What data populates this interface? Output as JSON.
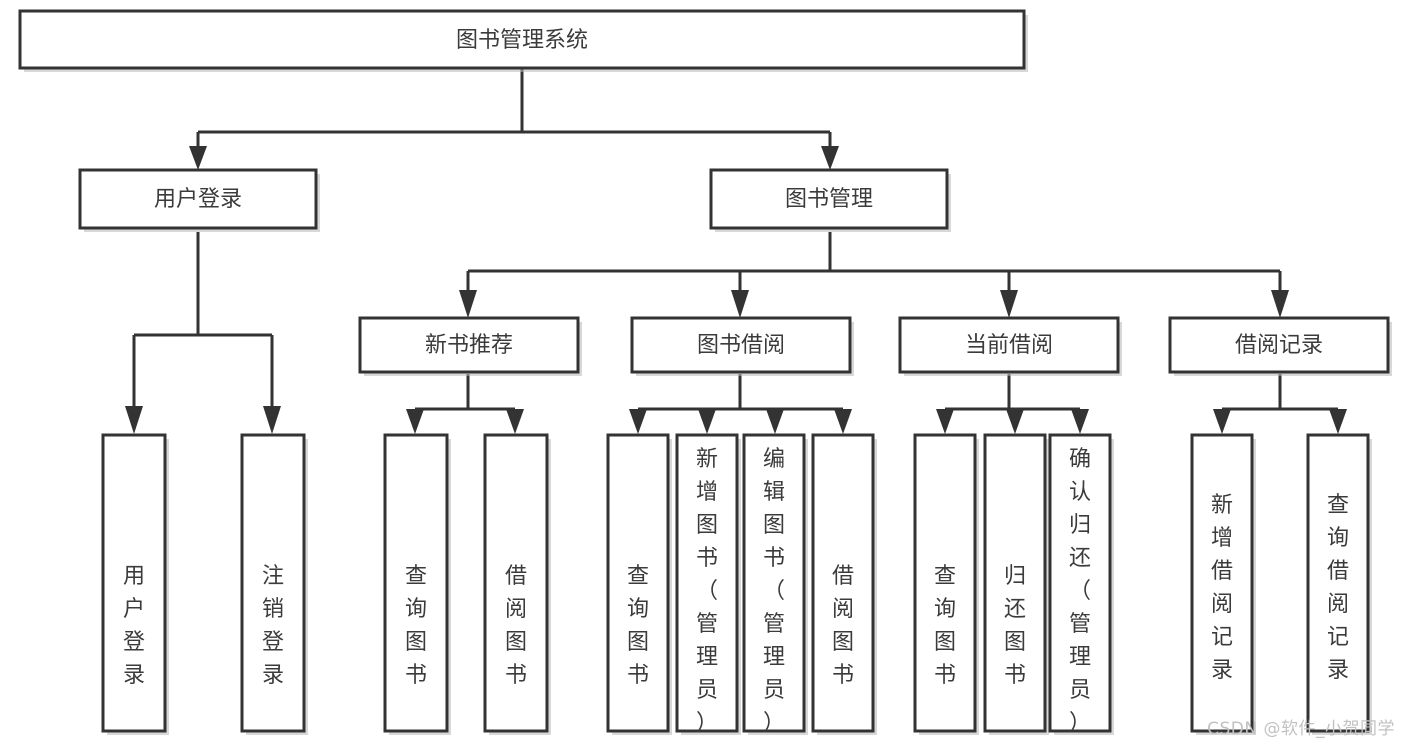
{
  "diagram": {
    "title": "图书管理系统",
    "type": "tree-hierarchy",
    "watermark": "CSDN @软件_小贺同学",
    "colors": {
      "box_fill": "#ffffff",
      "box_stroke": "#333333",
      "text": "#3b3b3b",
      "watermark": "#c2c2c2",
      "background": "#ffffff"
    },
    "root": {
      "id": "root",
      "label": "图书管理系统"
    },
    "level2": [
      {
        "id": "user-login",
        "label": "用户登录"
      },
      {
        "id": "book-management",
        "label": "图书管理"
      }
    ],
    "level3": [
      {
        "id": "new-book-recommend",
        "label": "新书推荐",
        "parent": "book-management"
      },
      {
        "id": "book-borrow",
        "label": "图书借阅",
        "parent": "book-management"
      },
      {
        "id": "current-borrow",
        "label": "当前借阅",
        "parent": "book-management"
      },
      {
        "id": "borrow-record",
        "label": "借阅记录",
        "parent": "book-management"
      }
    ],
    "leaves": {
      "user-login": [
        {
          "id": "leaf-user-login",
          "label": "用户登录"
        },
        {
          "id": "leaf-logout-login",
          "label": "注销登录"
        }
      ],
      "new-book-recommend": [
        {
          "id": "leaf-query-book-1",
          "label": "查询图书"
        },
        {
          "id": "leaf-borrow-book-1",
          "label": "借阅图书"
        }
      ],
      "book-borrow": [
        {
          "id": "leaf-query-book-2",
          "label": "查询图书"
        },
        {
          "id": "leaf-add-book-admin",
          "label": "新增图书（管理员）"
        },
        {
          "id": "leaf-edit-book-admin",
          "label": "编辑图书（管理员）"
        },
        {
          "id": "leaf-borrow-book-2",
          "label": "借阅图书"
        }
      ],
      "current-borrow": [
        {
          "id": "leaf-query-book-3",
          "label": "查询图书"
        },
        {
          "id": "leaf-return-book",
          "label": "归还图书"
        },
        {
          "id": "leaf-confirm-return-admin",
          "label": "确认归还（管理员）"
        }
      ],
      "borrow-record": [
        {
          "id": "leaf-add-borrow-record",
          "label": "新增借阅记录"
        },
        {
          "id": "leaf-query-borrow-record",
          "label": "查询借阅记录"
        }
      ]
    }
  }
}
